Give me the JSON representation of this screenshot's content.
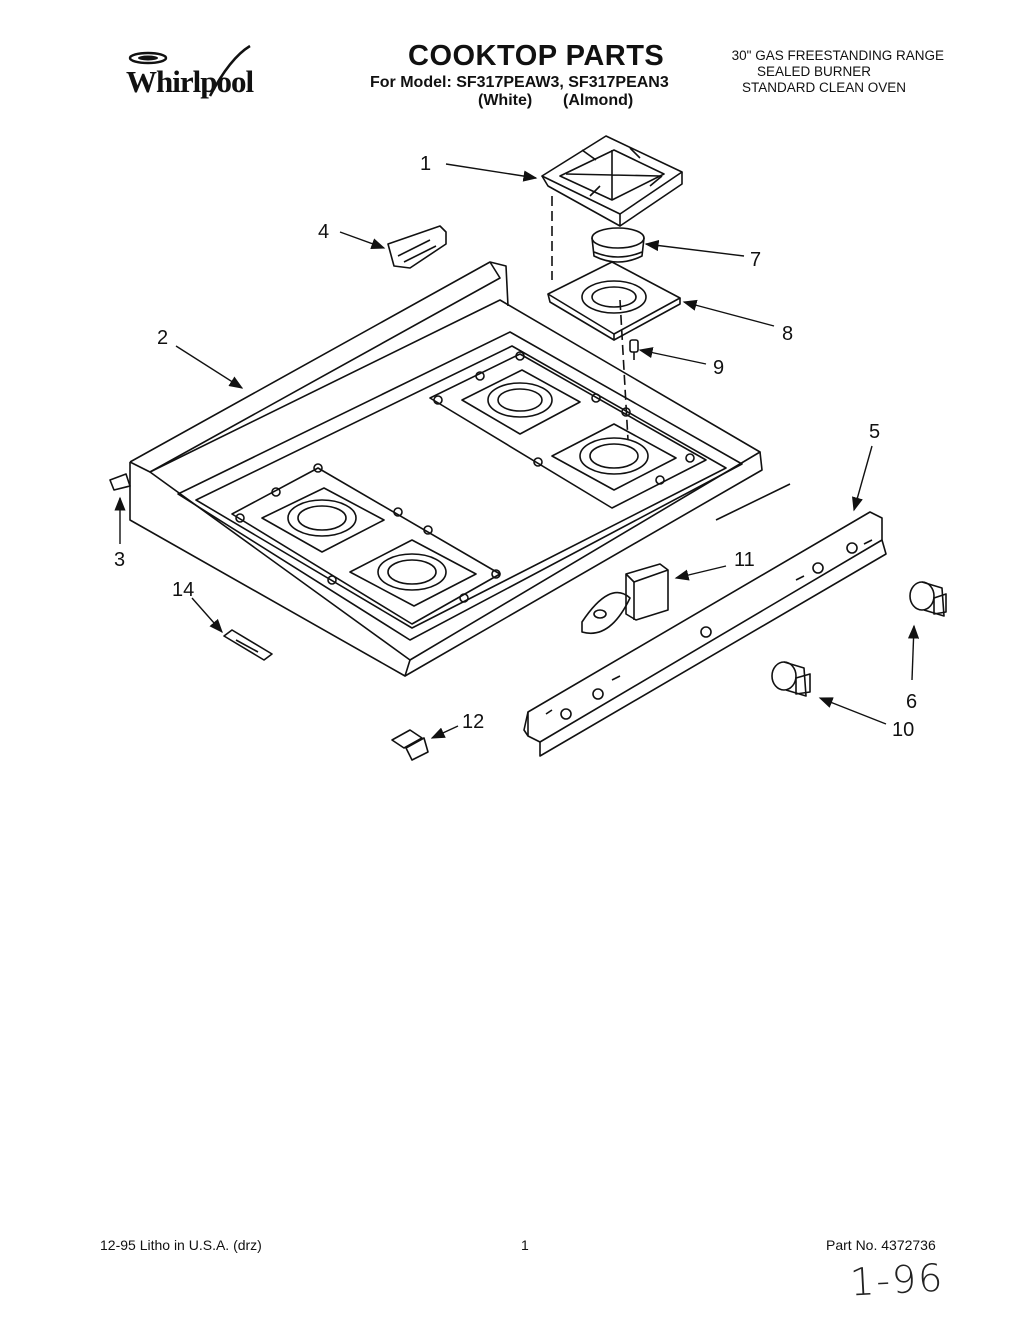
{
  "header": {
    "brand": "Whirlpool",
    "title": "COOKTOP PARTS",
    "models": "For Model: SF317PEAW3, SF317PEAN3",
    "color_white": "(White)",
    "color_almond": "(Almond)",
    "spec_line1": "30\" GAS FREESTANDING RANGE",
    "spec_line2": "SEALED BURNER",
    "spec_line3": "STANDARD CLEAN OVEN"
  },
  "callouts": {
    "c1": "1",
    "c2": "2",
    "c3": "3",
    "c4": "4",
    "c5": "5",
    "c6": "6",
    "c7": "7",
    "c8": "8",
    "c9": "9",
    "c10": "10",
    "c11": "11",
    "c12": "12",
    "c14": "14"
  },
  "footer": {
    "litho": "12-95 Litho in U.S.A. (drz)",
    "page": "1",
    "part_no": "Part No. 4372736"
  },
  "annotation": {
    "handwritten": "1-96"
  }
}
